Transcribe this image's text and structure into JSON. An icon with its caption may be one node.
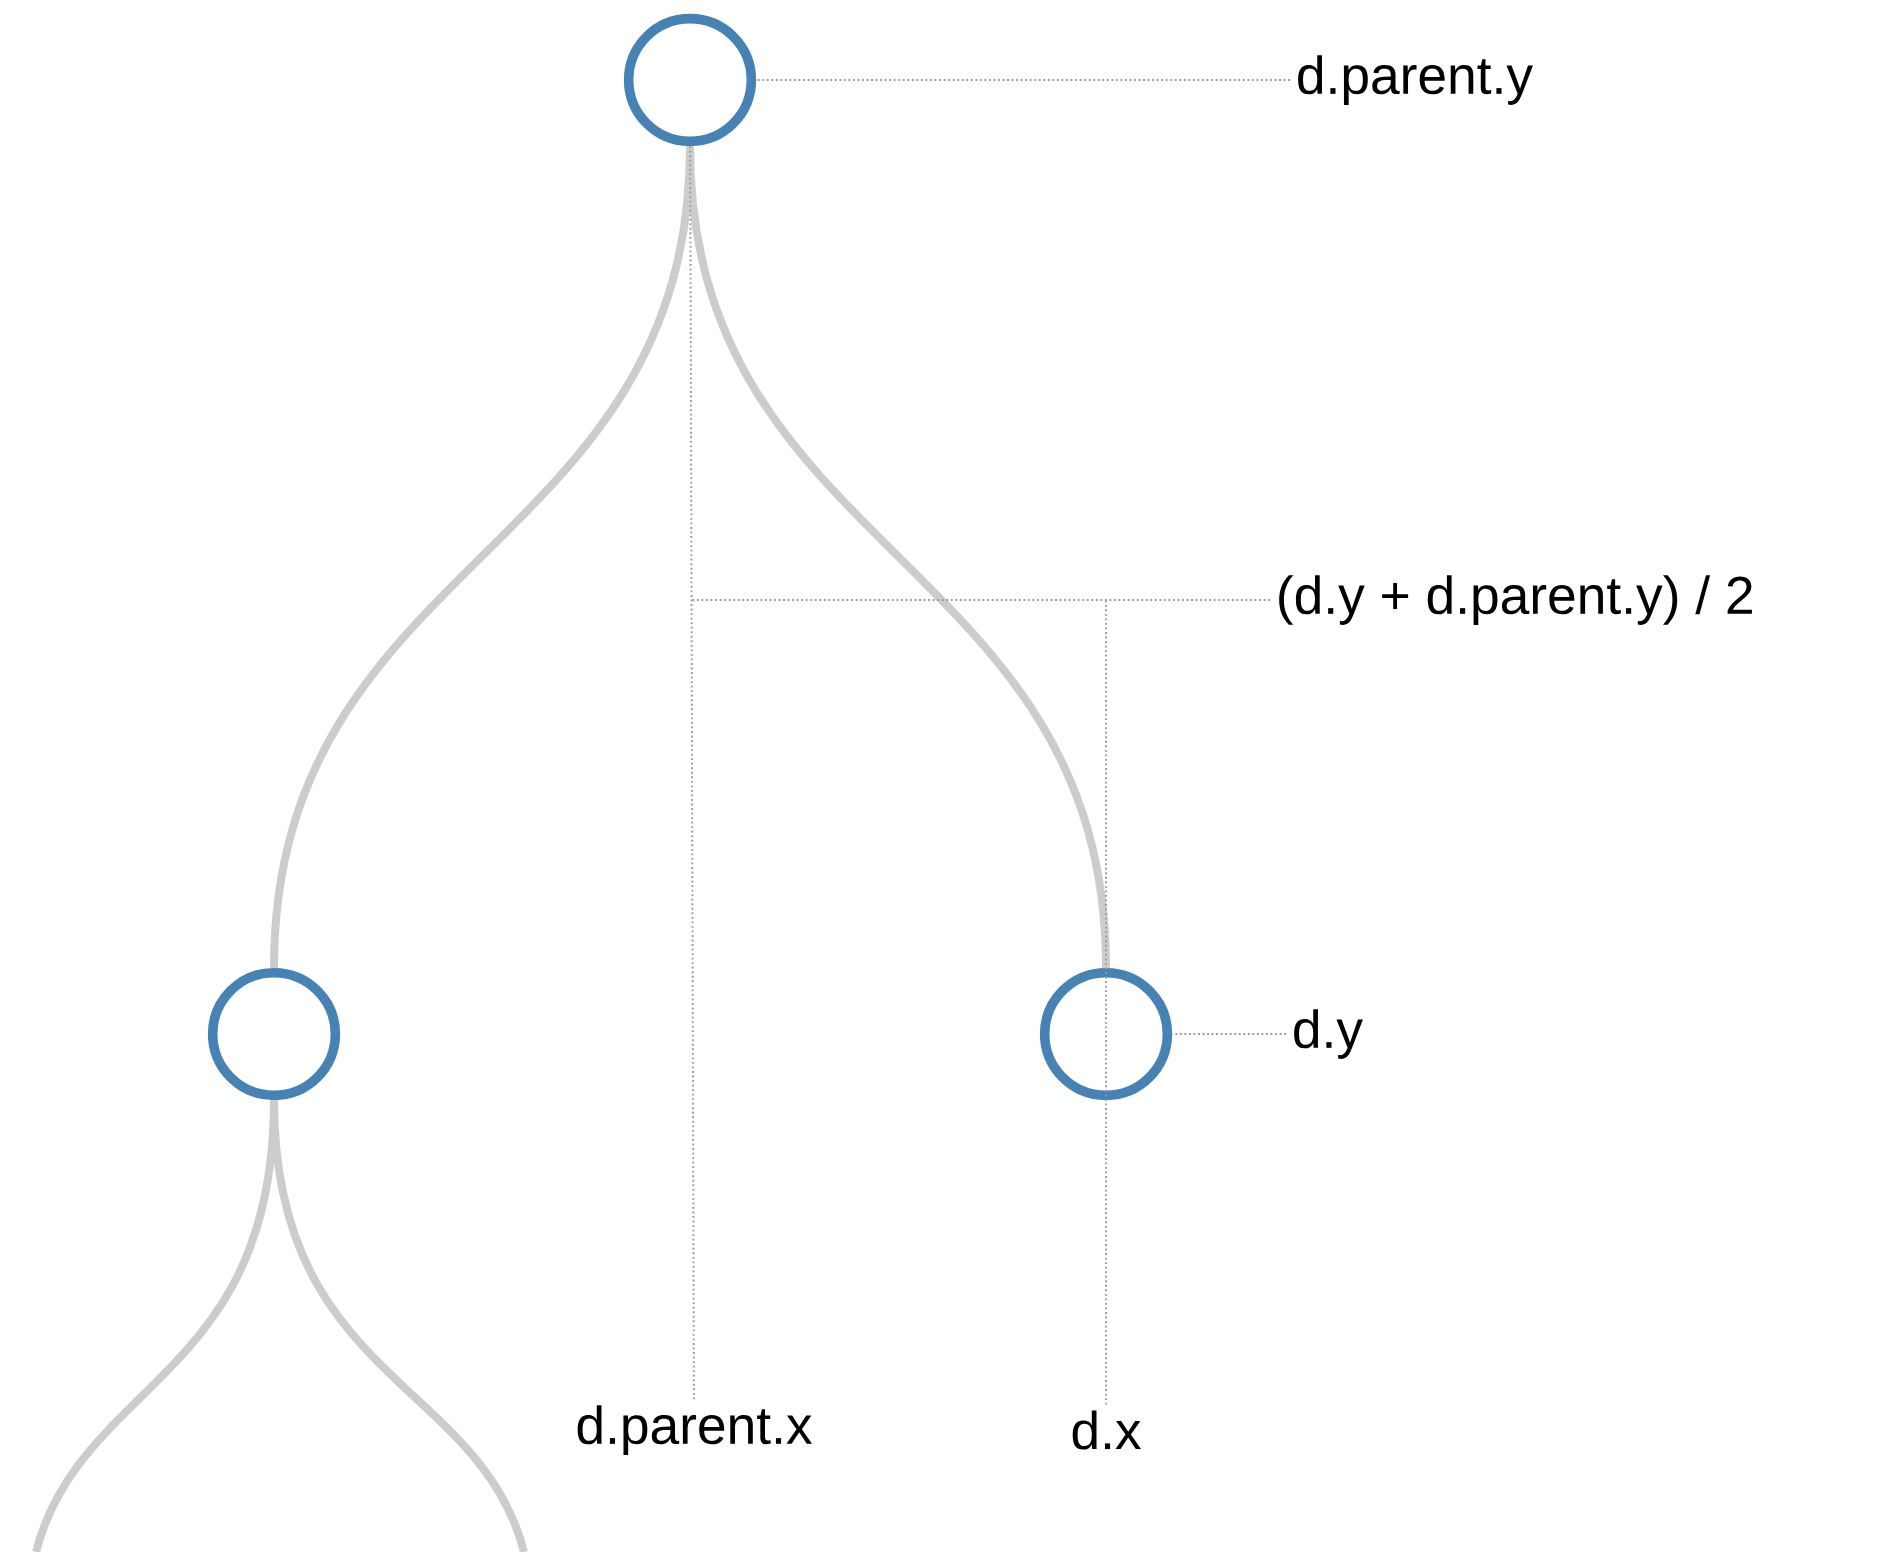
{
  "diagram": {
    "nodes": [
      {
        "text": [],
        "shape": "circle"
      },
      {
        "text": [],
        "shape": "circle"
      },
      {
        "text": [],
        "shape": "circle"
      },
      {
        "text": [
          "d.parent.y"
        ]
      },
      {
        "text": [
          "(d.y + d.parent.y) / 2"
        ]
      },
      {
        "text": [
          "d.y"
        ]
      },
      {
        "text": [
          "d.parent.x"
        ]
      },
      {
        "text": [
          "d.x"
        ]
      }
    ],
    "edges": [
      {
        "from": 0,
        "to": 1,
        "arrow": "none",
        "style": "thick",
        "color": "#cccccc"
      },
      {
        "from": 0,
        "to": 2,
        "arrow": "none",
        "style": "thick",
        "color": "#cccccc"
      },
      {
        "from": 1,
        "to": null,
        "arrow": "none",
        "style": "thick",
        "color": "#cccccc"
      },
      {
        "from": 1,
        "to": null,
        "arrow": "none",
        "style": "thick",
        "color": "#cccccc"
      },
      {
        "from": 3,
        "to": 0,
        "arrow": "none",
        "style": "dashed",
        "color": "#999999"
      },
      {
        "from": 4,
        "to": null,
        "arrow": "none",
        "style": "dashed",
        "color": "#999999"
      },
      {
        "from": 5,
        "to": 2,
        "arrow": "none",
        "style": "dashed",
        "color": "#999999"
      },
      {
        "from": 6,
        "to": 0,
        "arrow": "none",
        "style": "dashed",
        "color": "#999999"
      },
      {
        "from": 7,
        "to": null,
        "arrow": "none",
        "style": "dashed",
        "color": "#999999"
      }
    ]
  }
}
